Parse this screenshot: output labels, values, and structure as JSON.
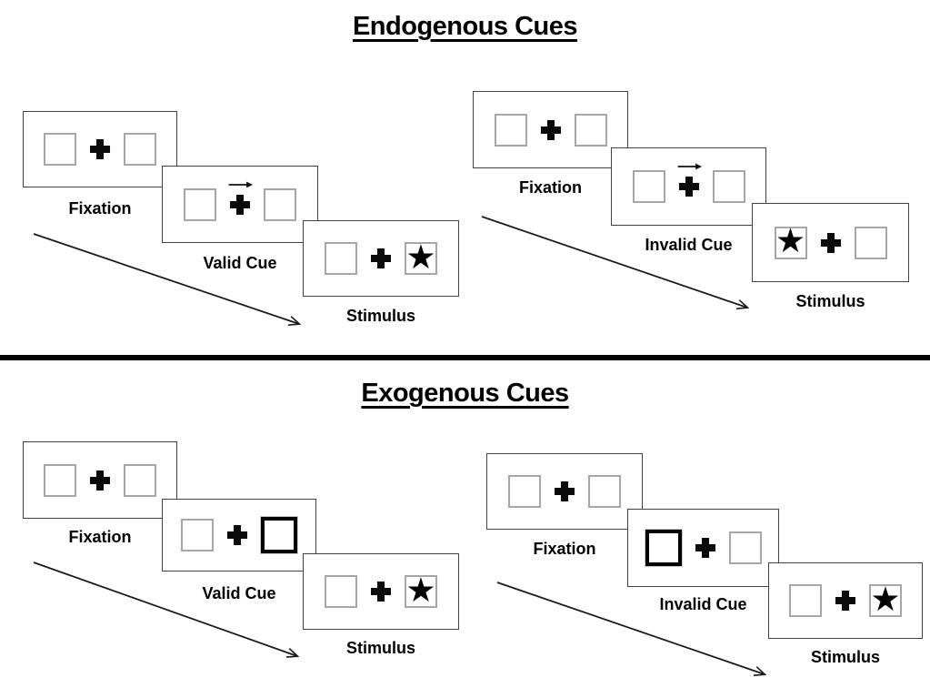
{
  "figure": {
    "type": "attention-cueing-paradigm-diagram"
  },
  "colors": {
    "background": "#ffffff",
    "card_border": "#404040",
    "placeholder_box_border": "#a6a6a6",
    "cue_box_border": "#000000",
    "ink": "#000000",
    "divider": "#000000"
  },
  "icons": {
    "star": "★"
  },
  "sections": [
    {
      "id": "endogenous",
      "title": "Endogenous Cues",
      "cue_style": "central-arrow-above-fixation-cross",
      "panels": [
        {
          "id": "endogenous-valid",
          "validity": "valid",
          "cards": [
            {
              "label": "Fixation",
              "type": "fixation"
            },
            {
              "label": "Valid Cue",
              "type": "cue",
              "cue": "arrow-pointing-right"
            },
            {
              "label": "Stimulus",
              "type": "stimulus",
              "star_side": "right"
            }
          ]
        },
        {
          "id": "endogenous-invalid",
          "validity": "invalid",
          "cards": [
            {
              "label": "Fixation",
              "type": "fixation"
            },
            {
              "label": "Invalid Cue",
              "type": "cue",
              "cue": "arrow-pointing-right"
            },
            {
              "label": "Stimulus",
              "type": "stimulus",
              "star_side": "left"
            }
          ]
        }
      ]
    },
    {
      "id": "exogenous",
      "title": "Exogenous Cues",
      "cue_style": "peripheral-bold-box",
      "panels": [
        {
          "id": "exogenous-valid",
          "validity": "valid",
          "cards": [
            {
              "label": "Fixation",
              "type": "fixation"
            },
            {
              "label": "Valid Cue",
              "type": "cue",
              "cue": "bold-box-right"
            },
            {
              "label": "Stimulus",
              "type": "stimulus",
              "star_side": "right"
            }
          ]
        },
        {
          "id": "exogenous-invalid",
          "validity": "invalid",
          "cards": [
            {
              "label": "Fixation",
              "type": "fixation"
            },
            {
              "label": "Invalid Cue",
              "type": "cue",
              "cue": "bold-box-left"
            },
            {
              "label": "Stimulus",
              "type": "stimulus",
              "star_side": "right"
            }
          ]
        }
      ]
    }
  ]
}
